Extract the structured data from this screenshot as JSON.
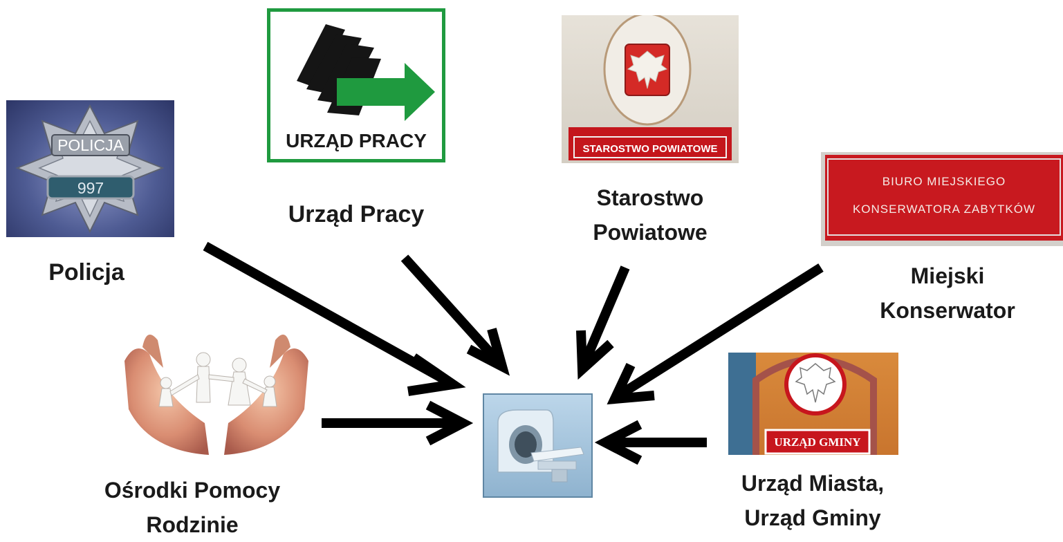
{
  "nodes": {
    "policja": {
      "caption": "Policja",
      "badge_top": "POLICJA",
      "badge_number": "997"
    },
    "urzad_pracy": {
      "caption": "Urząd Pracy",
      "logo_text": "URZĄD PRACY"
    },
    "starostwo": {
      "caption_line1": "Starostwo",
      "caption_line2": "Powiatowe",
      "sign_text": "STAROSTWO POWIATOWE"
    },
    "konserwator": {
      "caption_line1": "Miejski",
      "caption_line2": "Konserwator",
      "sign_line1": "BIURO MIEJSKIEGO",
      "sign_line2": "KONSERWATORA ZABYTKÓW"
    },
    "osrodki": {
      "caption_line1": "Ośrodki Pomocy",
      "caption_line2": "Rodzinie"
    },
    "urzad_miasta": {
      "caption_line1": "Urząd Miasta,",
      "caption_line2": "Urząd Gminy",
      "sign_text": "URZĄD GMINY"
    }
  },
  "center": {
    "icon": "mri-scanner-icon"
  },
  "colors": {
    "arrow": "#000000",
    "green": "#1f9a3f",
    "sign_red": "#c4161c",
    "center_bg": "#a8c8df"
  }
}
